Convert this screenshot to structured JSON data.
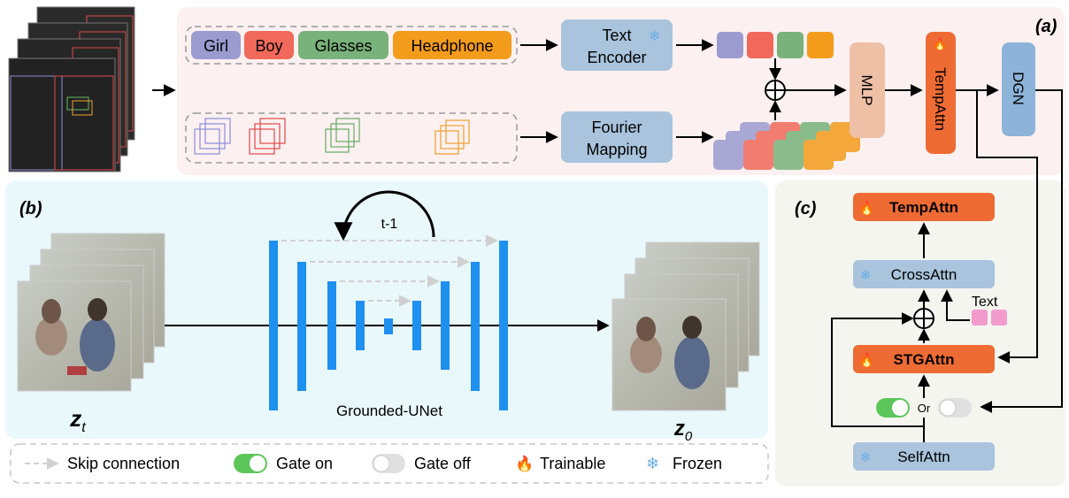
{
  "panel_a": {
    "label": "(a)"
  },
  "panel_b": {
    "label": "(b)"
  },
  "panel_c": {
    "label": "(c)"
  },
  "tags": [
    {
      "text": "Girl",
      "color": "#9b9bd0"
    },
    {
      "text": "Boy",
      "color": "#f0695a"
    },
    {
      "text": "Glasses",
      "color": "#79b27a"
    },
    {
      "text": "Headphone",
      "color": "#f39c1c"
    }
  ],
  "text_encoder": {
    "line1": "Text",
    "line2": "Encoder"
  },
  "fourier": {
    "line1": "Fourier",
    "line2": "Mapping"
  },
  "mlp": "MLP",
  "tempattn_a": "TempAttn",
  "dgn": "DGN",
  "unet_label": "Grounded-UNet",
  "loop_label": "t-1",
  "z_t": {
    "main": "z",
    "sub": "t"
  },
  "z_0": {
    "main": "z",
    "sub": "0"
  },
  "c_blocks": {
    "tempattn": "TempAttn",
    "crossattn": "CrossAttn",
    "text": "Text",
    "stgattn": "STGAttn",
    "or": "Or",
    "selfattn": "SelfAttn"
  },
  "legend": {
    "skip": "Skip connection",
    "gate_on": "Gate on",
    "gate_off": "Gate off",
    "trainable": "Trainable",
    "frozen": "Frozen"
  },
  "icons": {
    "fire": "fire-icon",
    "snow": "snowflake-icon"
  },
  "colors": {
    "blue_block": "#a9c4dc",
    "orange_block": "#ef6b34",
    "mlp": "#eec0a6",
    "dgn": "#8db3d8",
    "unet": "#1e90f0",
    "panel_a_bg": "#fcf0f0",
    "panel_b_bg": "#e9f8fb",
    "panel_c_bg": "#f4f5ef",
    "toggle_on": "#5cc65a"
  }
}
